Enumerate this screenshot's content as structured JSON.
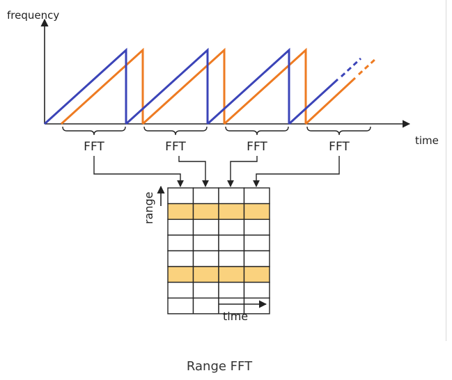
{
  "diagram": {
    "y_axis_label": "frequency",
    "x_axis_label": "time",
    "fft_labels": [
      "FFT",
      "FFT",
      "FFT",
      "FFT"
    ],
    "matrix": {
      "y_label": "range",
      "x_label": "time",
      "columns": 4,
      "rows": 8,
      "highlighted_rows": [
        1,
        5
      ]
    },
    "colors": {
      "transmitted_chirp": "#3b44b8",
      "received_chirp": "#ee7b22",
      "highlight": "#fad27e",
      "line": "#222222"
    }
  },
  "caption": "Range FFT"
}
